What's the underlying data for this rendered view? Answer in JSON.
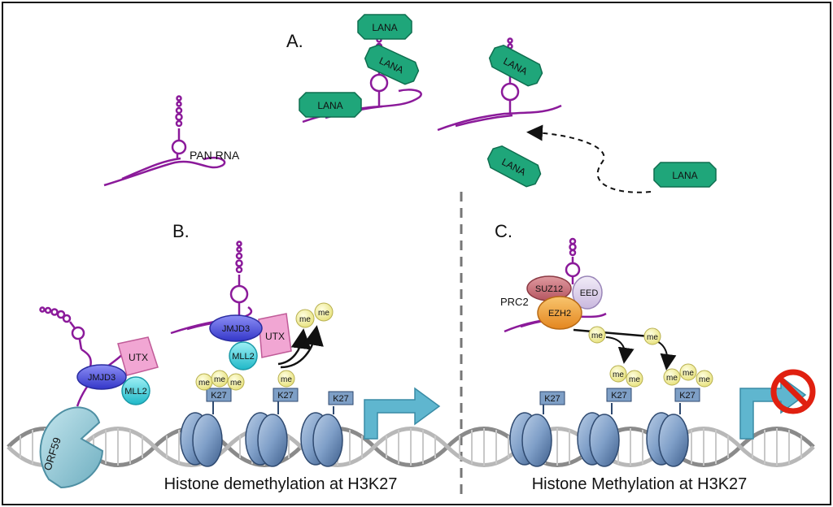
{
  "panels": {
    "a": "A.",
    "b": "B.",
    "c": "C."
  },
  "labels": {
    "pan_rna": "PAN RNA",
    "lana": "LANA",
    "utx": "UTX",
    "jmjd3": "JMJD3",
    "mll2": "MLL2",
    "orf59": "ORF59",
    "suz12": "SUZ12",
    "eed": "EED",
    "ezh2": "EZH2",
    "prc2": "PRC2",
    "me": "me",
    "k27": "K27"
  },
  "captions": {
    "b": "Histone demethylation at H3K27",
    "c": "Histone Methylation at H3K27"
  },
  "colors": {
    "rna": "#8b1a9a",
    "lana": "#1fa67a",
    "utx": "#f1a6d3",
    "jmjd3": "#4c4ee0",
    "mll2": "#2ed3e0",
    "orf59": "#8fc9d6",
    "suz12": "#c46b70",
    "eed": "#d8c8e8",
    "ezh2": "#f2a038",
    "me": "#f4f0a0",
    "k27": "#7e9fc6",
    "nucleosome": "#7f9fc8",
    "arrow": "#5fb6cf",
    "no_sign": "#e02010"
  }
}
